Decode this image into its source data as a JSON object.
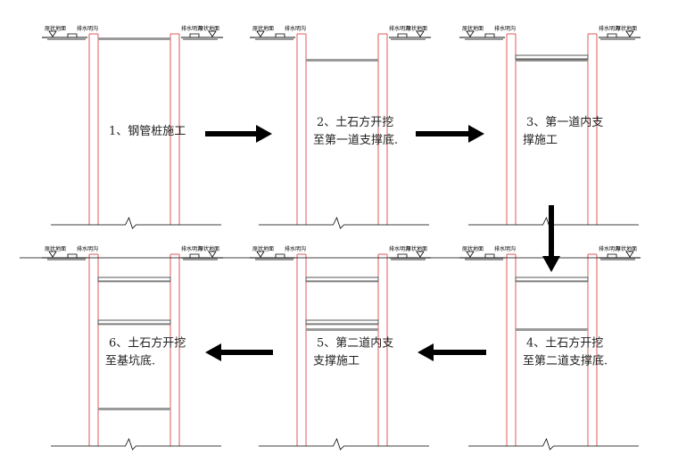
{
  "colors": {
    "wall": "#e05a5a",
    "line": "#000000",
    "fill": "#9a9a9a",
    "strut": "#555555",
    "arrow": "#000000",
    "background": "#ffffff"
  },
  "ground_labels": {
    "left": "原状地面",
    "ditch": "排水明沟",
    "right": "原状地面"
  },
  "steps": [
    {
      "id": 1,
      "lines": [
        "1、钢管桩施工"
      ],
      "struts": 0,
      "excavation": "none"
    },
    {
      "id": 2,
      "lines": [
        "2、土石方开挖",
        "至第一道支撑底."
      ],
      "struts": 0,
      "excavation": "level-1"
    },
    {
      "id": 3,
      "lines": [
        "3、第一道内支",
        "撑施工"
      ],
      "struts": 1,
      "excavation": "level-1"
    },
    {
      "id": 4,
      "lines": [
        "4、土石方开挖",
        "至第二道支撑底."
      ],
      "struts": 1,
      "excavation": "level-2"
    },
    {
      "id": 5,
      "lines": [
        "5、第二道内支",
        "支撑施工"
      ],
      "struts": 2,
      "excavation": "level-2"
    },
    {
      "id": 6,
      "lines": [
        "6、土石方开挖",
        "至基坑底."
      ],
      "struts": 2,
      "excavation": "pit-bottom"
    }
  ],
  "flow_arrows": [
    {
      "from": 1,
      "to": 2,
      "direction": "right"
    },
    {
      "from": 2,
      "to": 3,
      "direction": "right"
    },
    {
      "from": 3,
      "to": 4,
      "direction": "down"
    },
    {
      "from": 4,
      "to": 5,
      "direction": "left"
    },
    {
      "from": 5,
      "to": 6,
      "direction": "left"
    }
  ]
}
